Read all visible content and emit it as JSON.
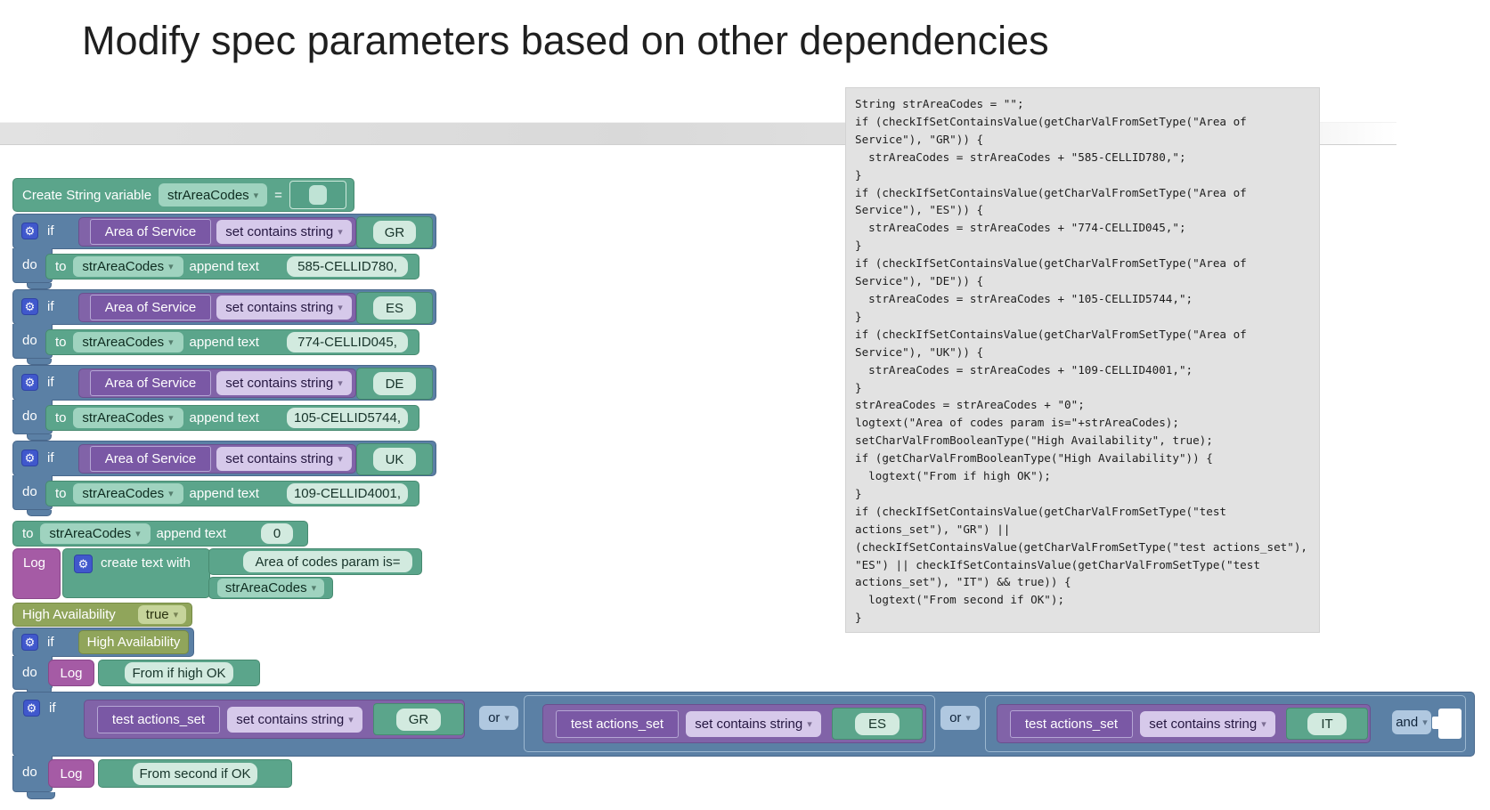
{
  "title": "Modify spec parameters based on other dependencies",
  "colors": {
    "block_green": "#5ba58b",
    "block_blue": "#5b80a5",
    "block_purple": "#8163a8",
    "block_magenta": "#a55ba5",
    "block_olive": "#90a55b",
    "code_panel_bg": "#e2e2e2"
  },
  "labels": {
    "if": "if",
    "do": "do",
    "to": "to",
    "append": "append text",
    "equals": "="
  },
  "blocks": {
    "create_var": {
      "label": "Create String variable",
      "variable": "strAreaCodes"
    },
    "set_blocks": [
      {
        "set": "Area of Service",
        "op": "set contains string",
        "value": "GR",
        "variable": "strAreaCodes",
        "append": "585-CELLID780,"
      },
      {
        "set": "Area of Service",
        "op": "set contains string",
        "value": "ES",
        "variable": "strAreaCodes",
        "append": "774-CELLID045,"
      },
      {
        "set": "Area of Service",
        "op": "set contains string",
        "value": "DE",
        "variable": "strAreaCodes",
        "append": "105-CELLID5744,"
      },
      {
        "set": "Area of Service",
        "op": "set contains string",
        "value": "UK",
        "variable": "strAreaCodes",
        "append": "109-CELLID4001,"
      }
    ],
    "append_zero": {
      "variable": "strAreaCodes",
      "value": "0"
    },
    "log_create": {
      "log": "Log",
      "create": "create text with",
      "text1": "Area of codes param is=",
      "var2": "strAreaCodes"
    },
    "high_availability": {
      "label": "High Availability",
      "value": "true"
    },
    "if_high": {
      "cond": "High Availability",
      "log": "Log",
      "message": "From if high OK"
    },
    "big_if": {
      "conds": [
        {
          "set": "test actions_set",
          "op": "set contains string",
          "value": "GR"
        },
        {
          "set": "test actions_set",
          "op": "set contains string",
          "value": "ES"
        },
        {
          "set": "test actions_set",
          "op": "set contains string",
          "value": "IT"
        }
      ],
      "joins": [
        "or",
        "or",
        "and"
      ],
      "log": "Log",
      "message": "From second if OK"
    }
  },
  "code_panel": {
    "code": "String strAreaCodes = \"\";\nif (checkIfSetContainsValue(getCharValFromSetType(\"Area of\nService\"), \"GR\")) {\n  strAreaCodes = strAreaCodes + \"585-CELLID780,\";\n}\nif (checkIfSetContainsValue(getCharValFromSetType(\"Area of\nService\"), \"ES\")) {\n  strAreaCodes = strAreaCodes + \"774-CELLID045,\";\n}\nif (checkIfSetContainsValue(getCharValFromSetType(\"Area of\nService\"), \"DE\")) {\n  strAreaCodes = strAreaCodes + \"105-CELLID5744,\";\n}\nif (checkIfSetContainsValue(getCharValFromSetType(\"Area of\nService\"), \"UK\")) {\n  strAreaCodes = strAreaCodes + \"109-CELLID4001,\";\n}\nstrAreaCodes = strAreaCodes + \"0\";\nlogtext(\"Area of codes param is=\"+strAreaCodes);\nsetCharValFromBooleanType(\"High Availability\", true);\nif (getCharValFromBooleanType(\"High Availability\")) {\n  logtext(\"From if high OK\");\n}\nif (checkIfSetContainsValue(getCharValFromSetType(\"test\nactions_set\"), \"GR\") ||\n(checkIfSetContainsValue(getCharValFromSetType(\"test actions_set\"),\n\"ES\") || checkIfSetContainsValue(getCharValFromSetType(\"test\nactions_set\"), \"IT\") && true)) {\n  logtext(\"From second if OK\");\n}"
  }
}
